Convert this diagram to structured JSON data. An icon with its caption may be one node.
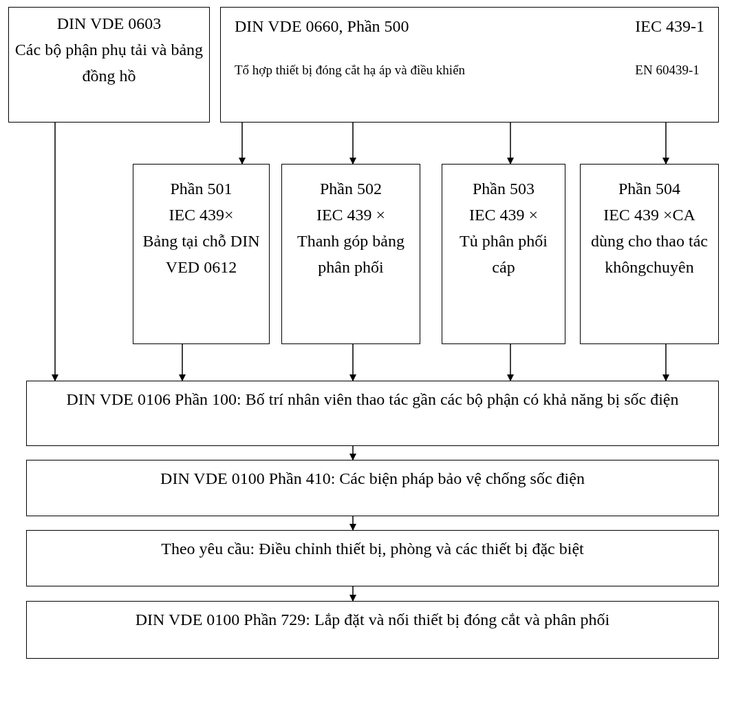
{
  "diagram": {
    "nodes": [
      {
        "text": [
          "DIN VDE 0603",
          "Các bộ phận phụ tải và bảng đồng hồ"
        ]
      },
      {
        "text": [
          "DIN VDE 0660, Phần 500",
          "IEC 439-1",
          "Tổ hợp thiết bị đóng cắt hạ áp và điều khiển",
          "EN 60439-1"
        ]
      },
      {
        "text": [
          "Phần 501",
          "IEC 439×",
          "Bảng tại chỗ DIN VED 0612"
        ]
      },
      {
        "text": [
          "Phần 502",
          "IEC 439 ×",
          "Thanh góp bảng phân phối"
        ]
      },
      {
        "text": [
          "Phần 503",
          "IEC 439 ×",
          "Tủ phân phối cáp"
        ]
      },
      {
        "text": [
          "Phần 504",
          "IEC 439 ×CA",
          "dùng cho thao tác khôngchuyên"
        ]
      },
      {
        "text": [
          "DIN VDE 0106 Phần 100: Bố trí nhân viên thao tác gần các bộ phận có khả năng bị sốc điện"
        ]
      },
      {
        "text": [
          "DIN VDE 0100 Phần 410: Các biện pháp bảo vệ chống sốc điện"
        ]
      },
      {
        "text": [
          "Theo yêu cầu: Điều chỉnh thiết bị, phòng và các thiết bị đặc biệt"
        ]
      },
      {
        "text": [
          "DIN VDE 0100 Phần 729: Lắp đặt và nối thiết bị đóng cắt và phân phối"
        ]
      }
    ],
    "edges": [
      {
        "from": 1,
        "to": 2,
        "arrow": "to"
      },
      {
        "from": 1,
        "to": 3,
        "arrow": "to"
      },
      {
        "from": 1,
        "to": 4,
        "arrow": "to"
      },
      {
        "from": 1,
        "to": 5,
        "arrow": "to"
      },
      {
        "from": 0,
        "to": 6,
        "arrow": "to"
      },
      {
        "from": 2,
        "to": 6,
        "arrow": "to"
      },
      {
        "from": 3,
        "to": 6,
        "arrow": "to"
      },
      {
        "from": 4,
        "to": 6,
        "arrow": "to"
      },
      {
        "from": 5,
        "to": 6,
        "arrow": "to"
      },
      {
        "from": 6,
        "to": 7,
        "arrow": "to"
      },
      {
        "from": 7,
        "to": 8,
        "arrow": "to"
      },
      {
        "from": 8,
        "to": 9,
        "arrow": "to"
      }
    ]
  }
}
